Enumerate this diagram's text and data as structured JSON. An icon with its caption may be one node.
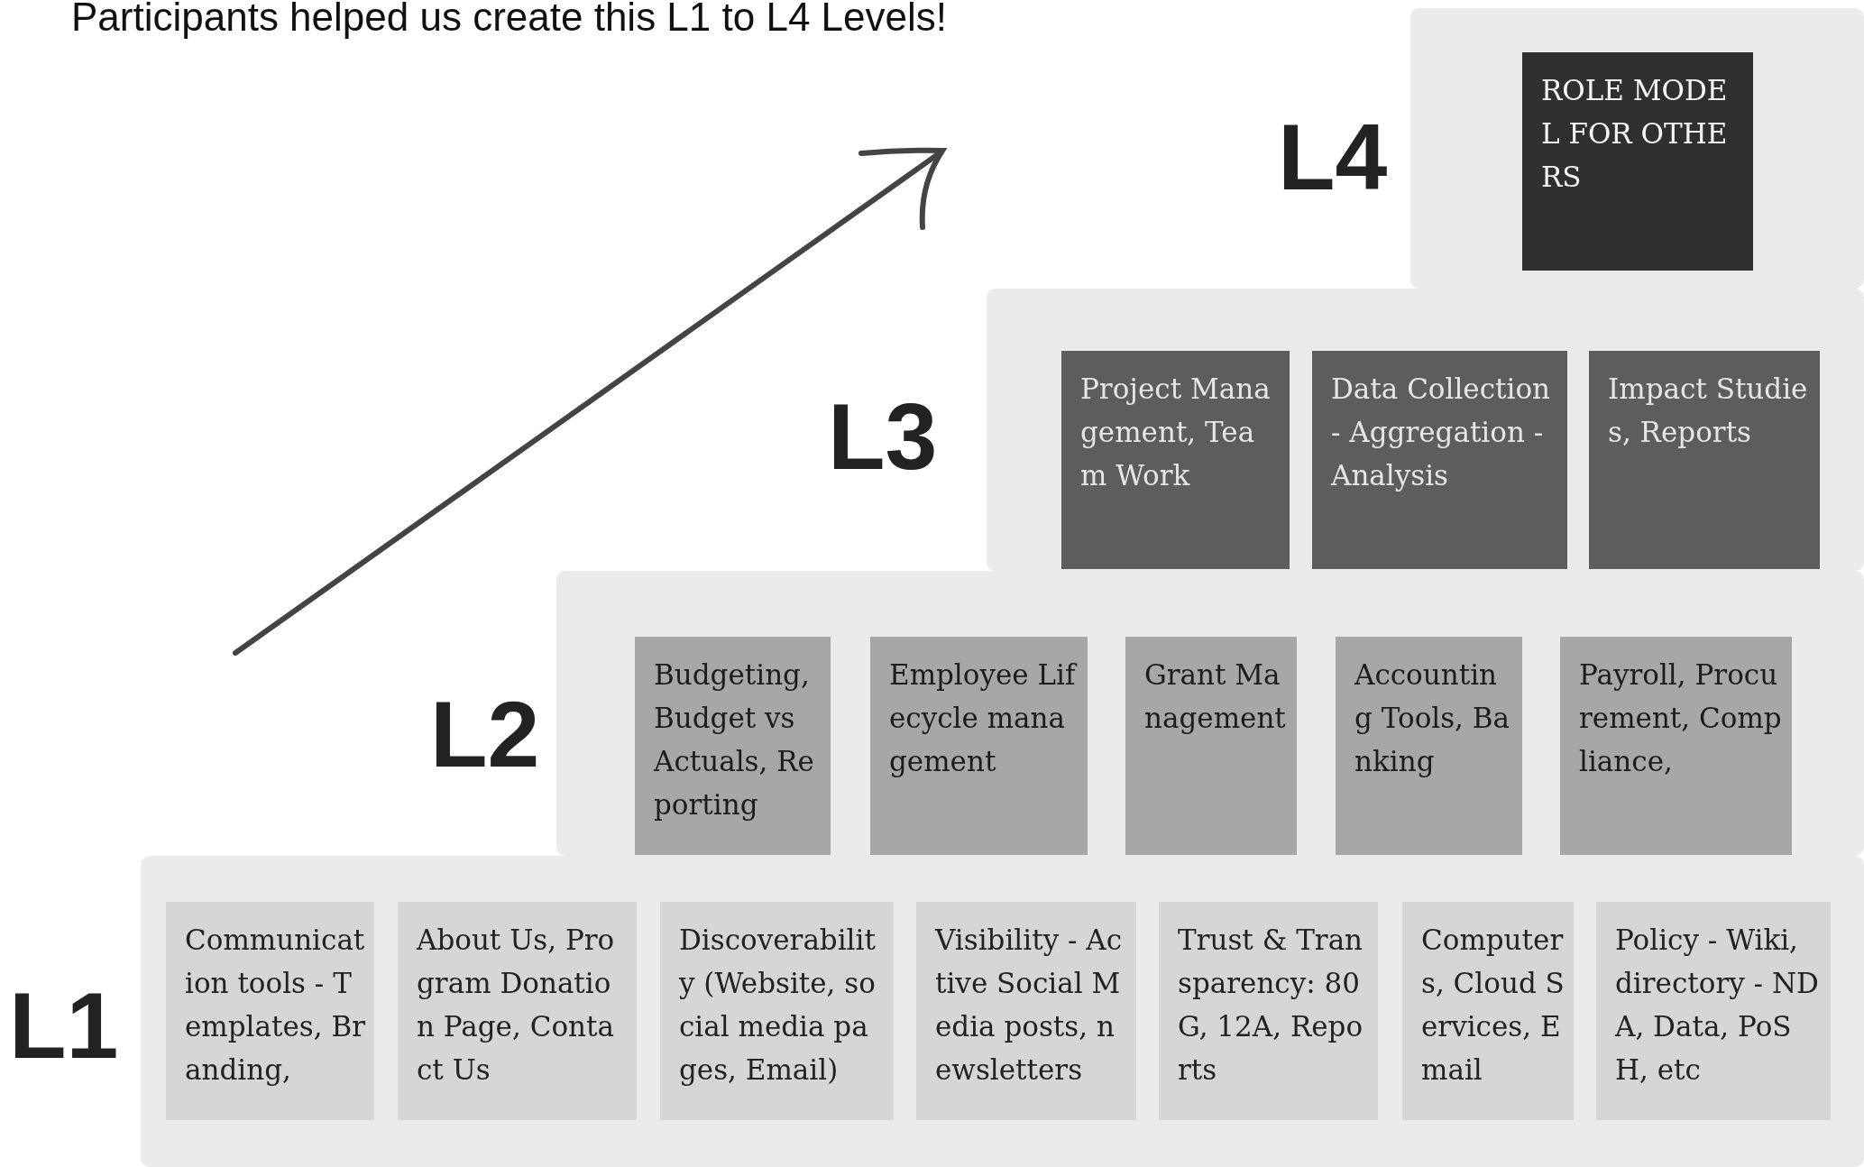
{
  "diagram": {
    "title": "Participants helped us create this L1 to L4 Levels!",
    "nodes": [
      {
        "text": [
          "L1"
        ]
      },
      {
        "text": [
          "Communication tools - Templates, Branding,"
        ],
        "in": 0
      },
      {
        "text": [
          "About Us, Program Donation Page, Contact Us"
        ],
        "in": 0
      },
      {
        "text": [
          "Discoverability (Website, social media pages, Email)"
        ],
        "in": 0
      },
      {
        "text": [
          "Visibility - Active Social Media posts, newsletters"
        ],
        "in": 0
      },
      {
        "text": [
          "Trust & Transparency: 80G, 12A, Reports"
        ],
        "in": 0
      },
      {
        "text": [
          "Computers, Cloud Services, Email"
        ],
        "in": 0
      },
      {
        "text": [
          "Policy - Wiki, directory - NDA, Data, PoSH, etc"
        ],
        "in": 0
      },
      {
        "text": [
          "L2"
        ]
      },
      {
        "text": [
          "Budgeting, Budget vs Actuals, Reporting"
        ],
        "in": 8
      },
      {
        "text": [
          "Employee Lifecycle management"
        ],
        "in": 8
      },
      {
        "text": [
          "Grant Management"
        ],
        "in": 8
      },
      {
        "text": [
          "Accounting Tools, Banking"
        ],
        "in": 8
      },
      {
        "text": [
          "Payroll, Procurement, Compliance,"
        ],
        "in": 8
      },
      {
        "text": [
          "L3"
        ]
      },
      {
        "text": [
          "Project Management, Team Work"
        ],
        "in": 14
      },
      {
        "text": [
          "Data Collection - Aggregation - Analysis"
        ],
        "in": 14
      },
      {
        "text": [
          "Impact Studies, Reports"
        ],
        "in": 14
      },
      {
        "text": [
          "L4"
        ]
      },
      {
        "text": [
          "ROLE MODEL FOR OTHERS"
        ],
        "in": 18
      }
    ],
    "edges": []
  }
}
